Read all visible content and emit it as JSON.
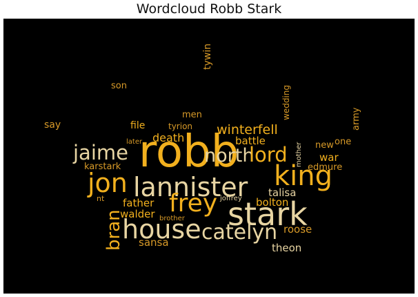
{
  "title": "Wordcloud Robb Stark",
  "colors": {
    "background": "#000000",
    "gold": "#f2b01e",
    "pale": "#e8d5a3",
    "amber": "#d89a28"
  },
  "words": {
    "robb": "robb",
    "stark": "stark",
    "lannister": "lannister",
    "house": "house",
    "king": "king",
    "jon": "jon",
    "frey": "frey",
    "catelyn": "catelyn",
    "jaime": "jaime",
    "north": "north",
    "lord": "lord",
    "bran": "bran",
    "winterfell": "winterfell",
    "talisa": "talisa",
    "death": "death",
    "battle": "battle",
    "bolton": "bolton",
    "father": "father",
    "walder": "walder",
    "roose": "roose",
    "sansa": "sansa",
    "theon": "theon",
    "war": "war",
    "new": "new",
    "one": "one",
    "edmure": "edmure",
    "karstark": "karstark",
    "men": "men",
    "file": "file",
    "tyrion": "tyrion",
    "later": "later",
    "say": "say",
    "son": "son",
    "tywin": "tywin",
    "wedding": "wedding",
    "army": "army",
    "mother": "mother",
    "joffrey": "joffrey",
    "nt": "nt",
    "brother": "brother"
  }
}
